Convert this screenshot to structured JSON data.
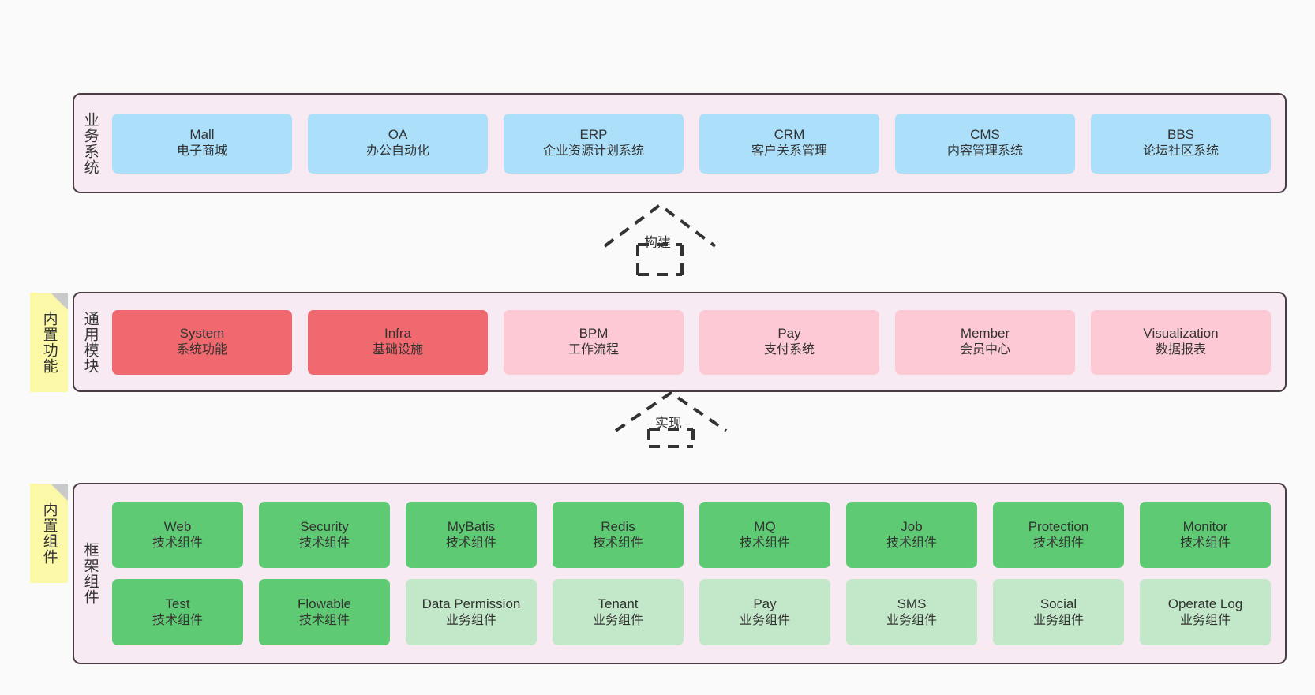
{
  "diagram": {
    "background": "#fafafa",
    "container_fill": "#f8eaf3",
    "container_border": "#4a3b44",
    "colors": {
      "blue": "#ace0fa",
      "red": "#f0696e",
      "pink": "#fcc9d4",
      "green": "#5fca74",
      "light_green": "#c3e8c9",
      "tag_yellow": "#fbf8a8",
      "fold_gray": "#c9c9c9"
    }
  },
  "layers": {
    "business": {
      "caption": "业务系统",
      "nodes": [
        {
          "title": "Mall",
          "subtitle": "电子商城",
          "color": "blue"
        },
        {
          "title": "OA",
          "subtitle": "办公自动化",
          "color": "blue"
        },
        {
          "title": "ERP",
          "subtitle": "企业资源计划系统",
          "color": "blue"
        },
        {
          "title": "CRM",
          "subtitle": "客户关系管理",
          "color": "blue"
        },
        {
          "title": "CMS",
          "subtitle": "内容管理系统",
          "color": "blue"
        },
        {
          "title": "BBS",
          "subtitle": "论坛社区系统",
          "color": "blue"
        }
      ]
    },
    "module": {
      "caption": "通用模块",
      "tag": "内置功能",
      "nodes": [
        {
          "title": "System",
          "subtitle": "系统功能",
          "color": "red"
        },
        {
          "title": "Infra",
          "subtitle": "基础设施",
          "color": "red"
        },
        {
          "title": "BPM",
          "subtitle": "工作流程",
          "color": "pink"
        },
        {
          "title": "Pay",
          "subtitle": "支付系统",
          "color": "pink"
        },
        {
          "title": "Member",
          "subtitle": "会员中心",
          "color": "pink"
        },
        {
          "title": "Visualization",
          "subtitle": "数据报表",
          "color": "pink"
        }
      ]
    },
    "framework": {
      "caption": "框架组件",
      "tag": "内置组件",
      "row1": [
        {
          "title": "Web",
          "subtitle": "技术组件",
          "color": "green"
        },
        {
          "title": "Security",
          "subtitle": "技术组件",
          "color": "green"
        },
        {
          "title": "MyBatis",
          "subtitle": "技术组件",
          "color": "green"
        },
        {
          "title": "Redis",
          "subtitle": "技术组件",
          "color": "green"
        },
        {
          "title": "MQ",
          "subtitle": "技术组件",
          "color": "green"
        },
        {
          "title": "Job",
          "subtitle": "技术组件",
          "color": "green"
        },
        {
          "title": "Protection",
          "subtitle": "技术组件",
          "color": "green"
        },
        {
          "title": "Monitor",
          "subtitle": "技术组件",
          "color": "green"
        }
      ],
      "row2": [
        {
          "title": "Test",
          "subtitle": "技术组件",
          "color": "green"
        },
        {
          "title": "Flowable",
          "subtitle": "技术组件",
          "color": "green"
        },
        {
          "title": "Data Permission",
          "subtitle": "业务组件",
          "color": "light_green"
        },
        {
          "title": "Tenant",
          "subtitle": "业务组件",
          "color": "light_green"
        },
        {
          "title": "Pay",
          "subtitle": "业务组件",
          "color": "light_green"
        },
        {
          "title": "SMS",
          "subtitle": "业务组件",
          "color": "light_green"
        },
        {
          "title": "Social",
          "subtitle": "业务组件",
          "color": "light_green"
        },
        {
          "title": "Operate Log",
          "subtitle": "业务组件",
          "color": "light_green"
        }
      ]
    }
  },
  "connectors": [
    {
      "label": "构建",
      "from": "module",
      "to": "business",
      "style": "dashed-generalization"
    },
    {
      "label": "实现",
      "from": "framework",
      "to": "module",
      "style": "dashed-generalization"
    }
  ]
}
